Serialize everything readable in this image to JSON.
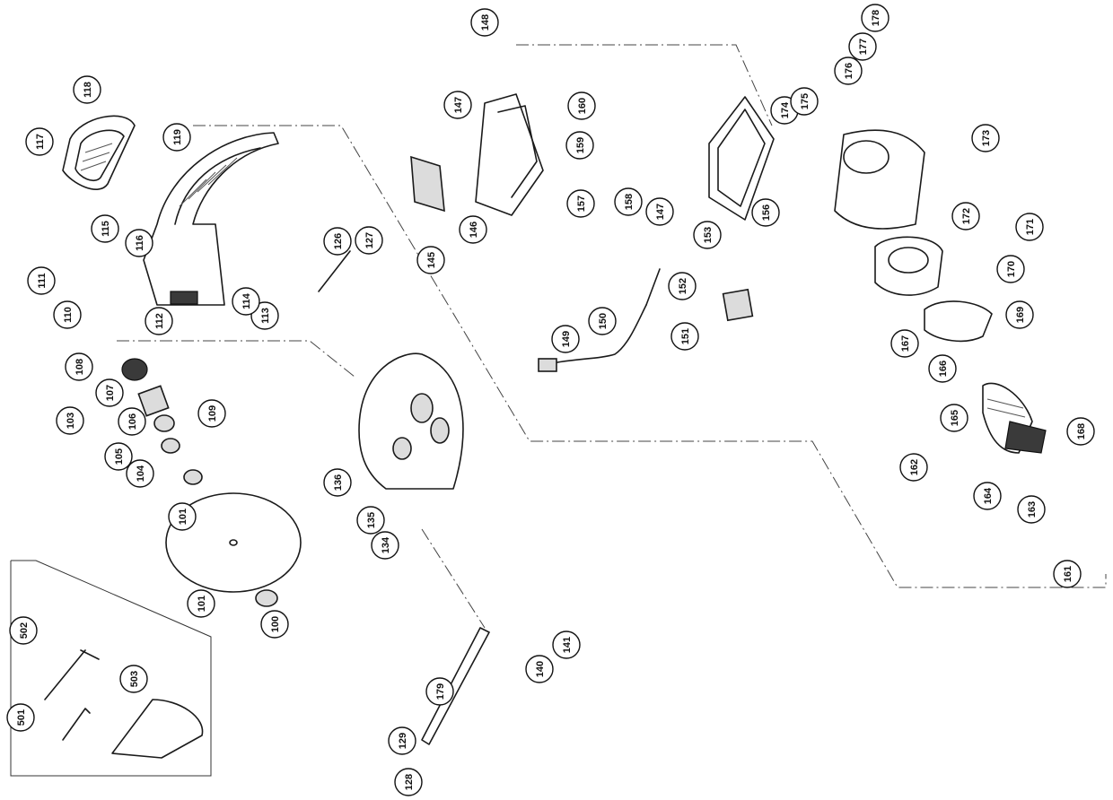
{
  "diagram": {
    "part_numbers": [
      "100",
      "101",
      "101",
      "103",
      "104",
      "105",
      "106",
      "107",
      "108",
      "109",
      "110",
      "111",
      "112",
      "113",
      "114",
      "115",
      "116",
      "117",
      "118",
      "119",
      "126",
      "127",
      "128",
      "129",
      "134",
      "135",
      "136",
      "140",
      "141",
      "145",
      "146",
      "147",
      "147",
      "148",
      "149",
      "150",
      "151",
      "152",
      "153",
      "156",
      "157",
      "158",
      "159",
      "160",
      "161",
      "162",
      "163",
      "164",
      "165",
      "166",
      "167",
      "168",
      "169",
      "170",
      "171",
      "172",
      "173",
      "174",
      "175",
      "176",
      "177",
      "178",
      "179",
      "501",
      "502",
      "503"
    ]
  }
}
